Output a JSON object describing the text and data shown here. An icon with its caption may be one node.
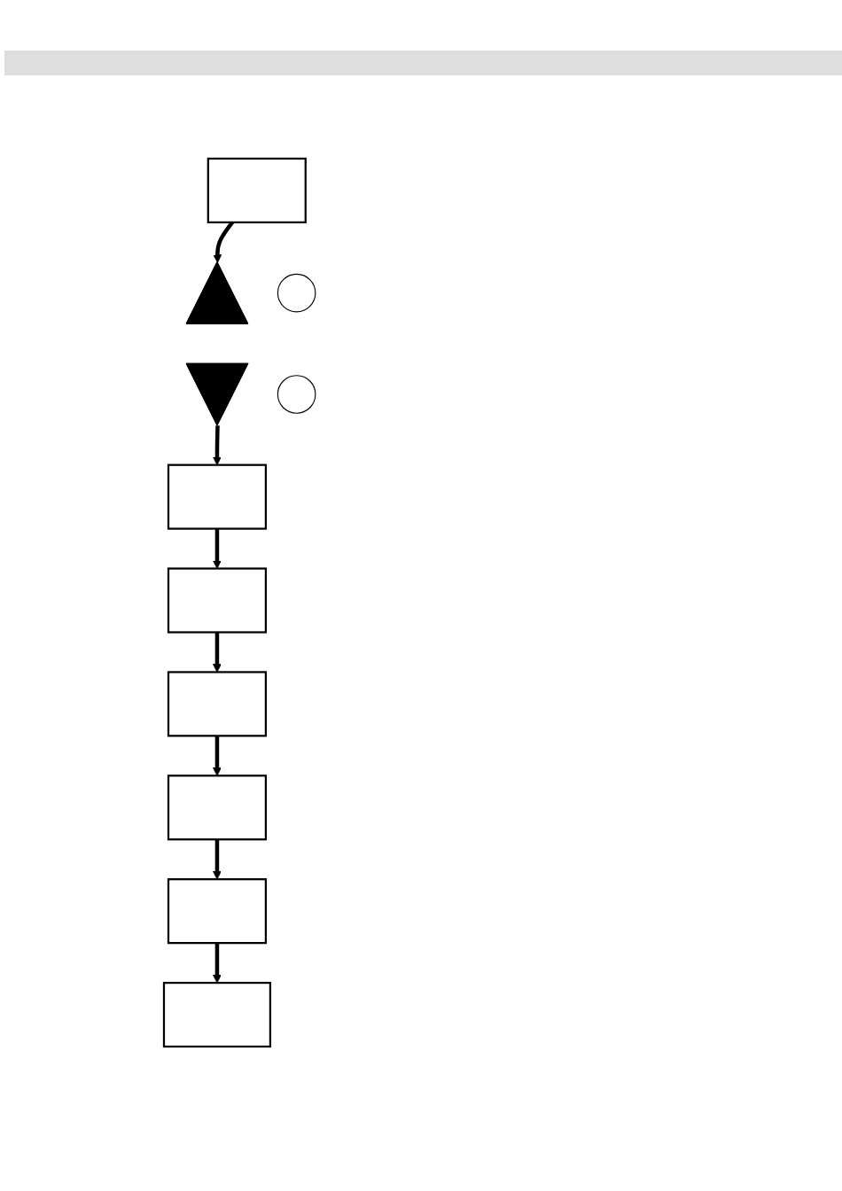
{
  "diagram": {
    "nodes": [
      {
        "text": [],
        "shape": "box"
      },
      {
        "text": [],
        "shape": "triangle"
      },
      {
        "text": [],
        "shape": "circle"
      },
      {
        "text": [],
        "shape": "triangle"
      },
      {
        "text": [],
        "shape": "circle"
      },
      {
        "text": [],
        "shape": "box"
      },
      {
        "text": [],
        "shape": "box"
      },
      {
        "text": [],
        "shape": "box"
      },
      {
        "text": [],
        "shape": "box"
      },
      {
        "text": [],
        "shape": "box"
      },
      {
        "text": [],
        "shape": "box"
      }
    ],
    "edges": [
      {
        "from": 0,
        "to": 1,
        "arrow": "to"
      },
      {
        "from": 3,
        "to": 5,
        "arrow": "to"
      },
      {
        "from": 5,
        "to": 6,
        "arrow": "to"
      },
      {
        "from": 6,
        "to": 7,
        "arrow": "to"
      },
      {
        "from": 7,
        "to": 8,
        "arrow": "to"
      },
      {
        "from": 8,
        "to": 9,
        "arrow": "to"
      },
      {
        "from": 9,
        "to": 10,
        "arrow": "to"
      }
    ]
  }
}
